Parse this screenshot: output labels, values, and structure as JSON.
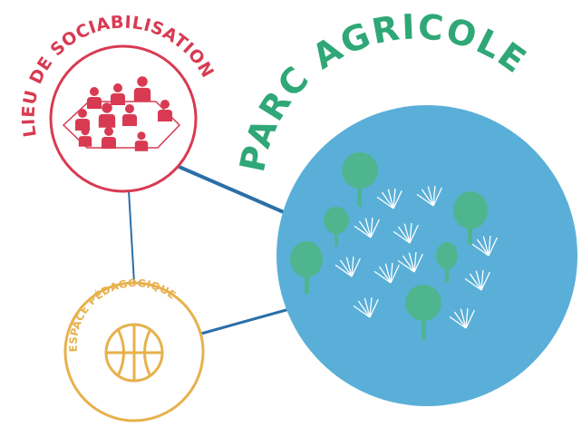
{
  "nodes": {
    "social": {
      "label": "LIEU DE SOCIABILISATION",
      "icon": "people-group-icon",
      "color": "#d83a52"
    },
    "park": {
      "label": "PARC AGRICOLE",
      "icon": "field-trees-icon",
      "color": "#2fa776",
      "fill": "#5aafd8"
    },
    "education": {
      "label": "ESPACE PÉDAGOGIQUE",
      "icon": "basketball-icon",
      "color": "#e7b14c"
    }
  },
  "colors": {
    "connector": "#2a6fa8",
    "tree": "#4fb58e",
    "sprout": "#ffffff"
  }
}
